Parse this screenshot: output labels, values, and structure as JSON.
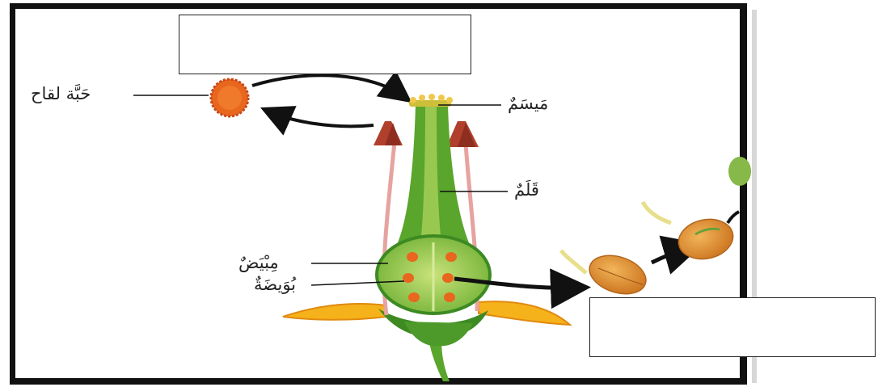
{
  "labels": {
    "pollen": "حَبَّة لقاح",
    "stigma": "مَيسَمٌ",
    "style": "قَلَمٌ",
    "ovary": "مِبْيَضٌ",
    "ovule": "بُوَيضَةٌ"
  },
  "answer_boxes": {
    "top": "",
    "bottom_right": ""
  },
  "colors": {
    "stem_green": "#5aa52c",
    "light_green": "#a9d15a",
    "pollen_orange": "#e8661e",
    "petal_yellow": "#f5b21a",
    "anther_red": "#b0402c",
    "filament_pink": "#e6a3a0",
    "seed_tan": "#e0973a"
  }
}
